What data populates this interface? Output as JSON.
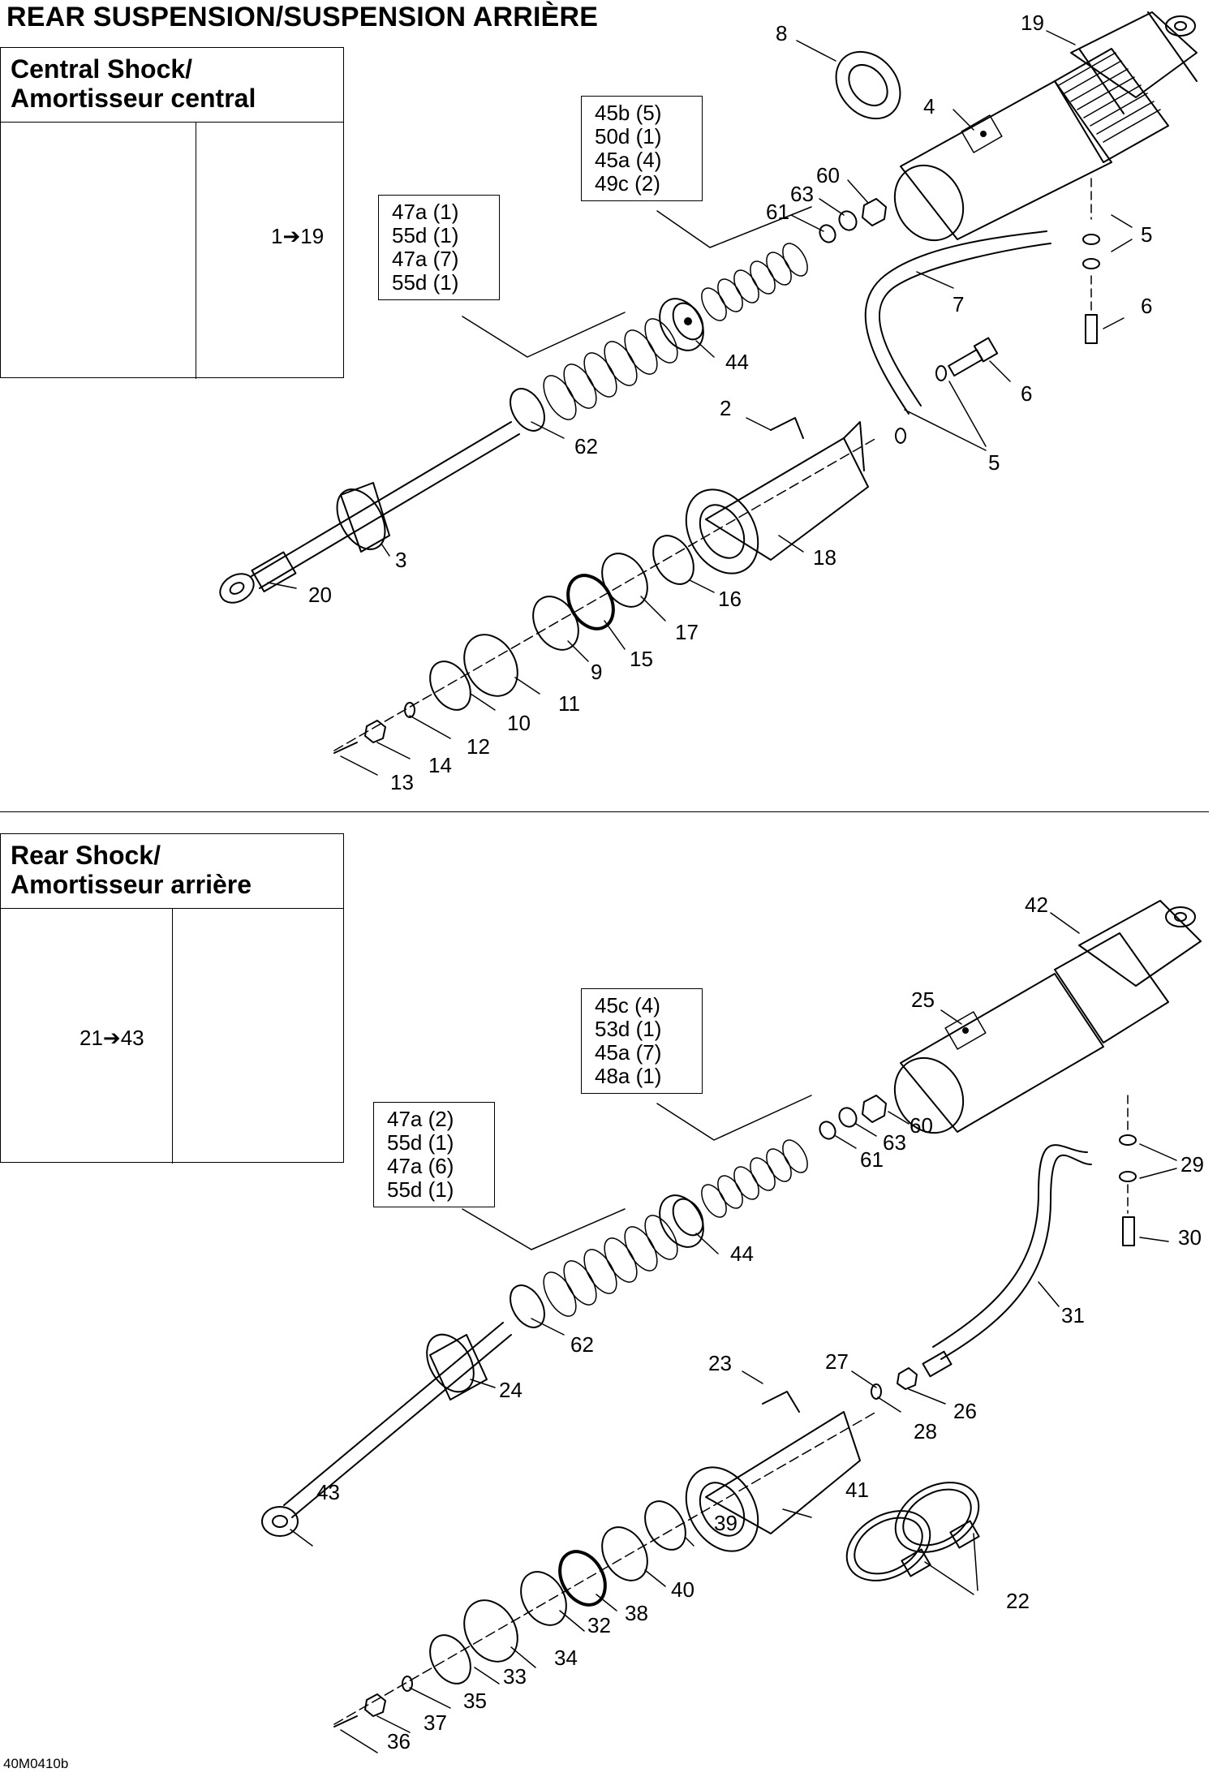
{
  "title": "REAR SUSPENSION/SUSPENSION ARRIÈRE",
  "drawing_code": "40M0410b",
  "central": {
    "heading": [
      "Central Shock/",
      "Amortisseur central"
    ],
    "range_label": "1➔19",
    "qty_a": [
      "45b (5)",
      "50d (1)",
      "45a (4)",
      "49c (2)"
    ],
    "qty_b": [
      "47a (1)",
      "55d (1)",
      "47a (7)",
      "55d (1)"
    ],
    "callouts": {
      "c8": "8",
      "c19": "19",
      "c4": "4",
      "c60": "60",
      "c63": "63",
      "c61": "61",
      "c5a": "5",
      "c7": "7",
      "c6a": "6",
      "c44": "44",
      "c6b": "6",
      "c2": "2",
      "c5b": "5",
      "c62": "62",
      "c3": "3",
      "c20": "20",
      "c18": "18",
      "c16": "16",
      "c17": "17",
      "c15": "15",
      "c9": "9",
      "c11": "11",
      "c10": "10",
      "c12": "12",
      "c14": "14",
      "c13": "13"
    }
  },
  "rear": {
    "heading": [
      "Rear Shock/",
      "Amortisseur arrière"
    ],
    "range_label": "21➔43",
    "qty_a": [
      "45c (4)",
      "53d (1)",
      "45a (7)",
      "48a (1)"
    ],
    "qty_b": [
      "47a (2)",
      "55d (1)",
      "47a (6)",
      "55d (1)"
    ],
    "callouts": {
      "c42": "42",
      "c25": "25",
      "c60": "60",
      "c63": "63",
      "c61": "61",
      "c29": "29",
      "c30": "30",
      "c44": "44",
      "c31": "31",
      "c62": "62",
      "c24": "24",
      "c23": "23",
      "c27": "27",
      "c26": "26",
      "c28": "28",
      "c43": "43",
      "c41": "41",
      "c39": "39",
      "c22": "22",
      "c40": "40",
      "c38": "38",
      "c32": "32",
      "c34": "34",
      "c33": "33",
      "c35": "35",
      "c37": "37",
      "c36": "36"
    }
  }
}
